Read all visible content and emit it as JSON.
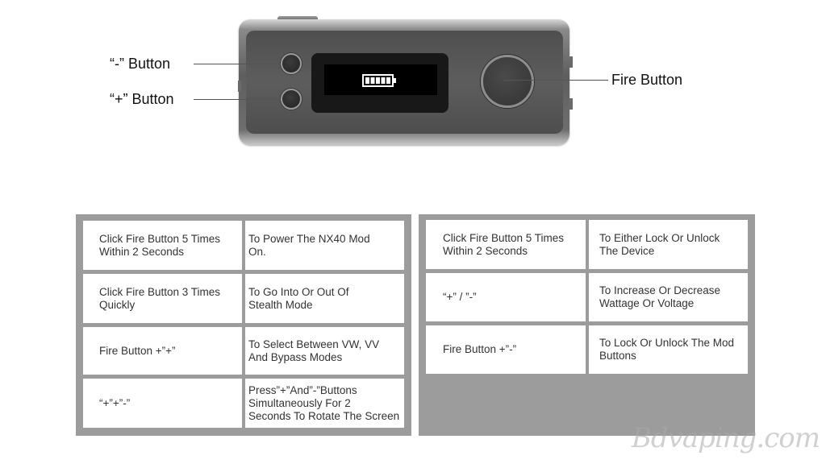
{
  "callouts": {
    "minus_button": "“-” Button",
    "plus_button": "“+” Button",
    "fire_button": "Fire Button"
  },
  "left_table": {
    "rows": [
      {
        "action": "Click Fire Button 5 Times\nWithin 2 Seconds",
        "result": "To Power The NX40 Mod\nOn."
      },
      {
        "action": "Click Fire Button 3 Times\nQuickly",
        "result": "To Go Into Or Out Of\nStealth Mode"
      },
      {
        "action": "Fire Button +”+”",
        "result": "To Select Between VW, VV\nAnd Bypass Modes"
      },
      {
        "action": "“+”+”-”",
        "result": "Press”+”And”-”Buttons\nSimultaneously For 2\nSeconds To Rotate The Screen"
      }
    ]
  },
  "right_table": {
    "rows": [
      {
        "action": "Click Fire Button 5 Times\nWithin 2 Seconds",
        "result": "To Either Lock Or Unlock\n The Device"
      },
      {
        "action": "“+” / ”-”",
        "result": "To Increase Or Decrease\nWattage Or Voltage"
      },
      {
        "action": "Fire Button +”-”",
        "result": "To Lock Or Unlock The Mod\nButtons"
      }
    ]
  },
  "watermark": "Bdvaping.com",
  "colors": {
    "panel_gray": "#9c9c9c",
    "device_gray": "#5e5e5e"
  },
  "icons": {
    "screen": "battery-icon"
  }
}
